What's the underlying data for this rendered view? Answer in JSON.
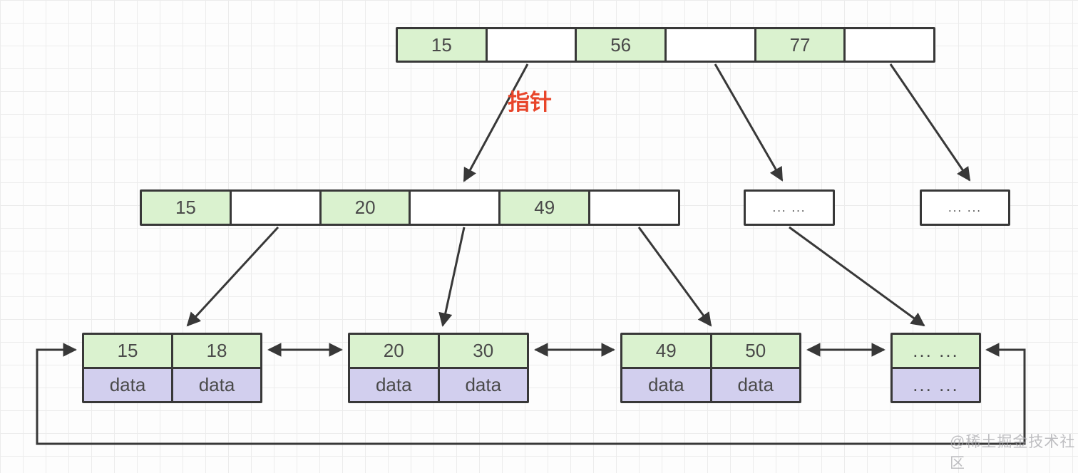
{
  "pointer_label": "指针",
  "watermark": "@稀土掘金技术社区",
  "colors": {
    "key_cell_fill": "#daf2cf",
    "data_cell_fill": "#d2cfee",
    "border": "#383838",
    "arrow": "#383838",
    "pointer_label": "#e8452a",
    "watermark": "#a9a9ae"
  },
  "root_node": {
    "cells": [
      "15",
      "",
      "56",
      "",
      "77",
      ""
    ]
  },
  "internal_node": {
    "cells": [
      "15",
      "",
      "20",
      "",
      "49",
      ""
    ]
  },
  "internal_more_left": {
    "label": "... ..."
  },
  "internal_more_right": {
    "label": "... ..."
  },
  "leaves": [
    {
      "keys": [
        "15",
        "18"
      ],
      "data": [
        "data",
        "data"
      ]
    },
    {
      "keys": [
        "20",
        "30"
      ],
      "data": [
        "data",
        "data"
      ]
    },
    {
      "keys": [
        "49",
        "50"
      ],
      "data": [
        "data",
        "data"
      ]
    },
    {
      "keys": [
        "... ..."
      ],
      "data": [
        "... ..."
      ]
    }
  ]
}
